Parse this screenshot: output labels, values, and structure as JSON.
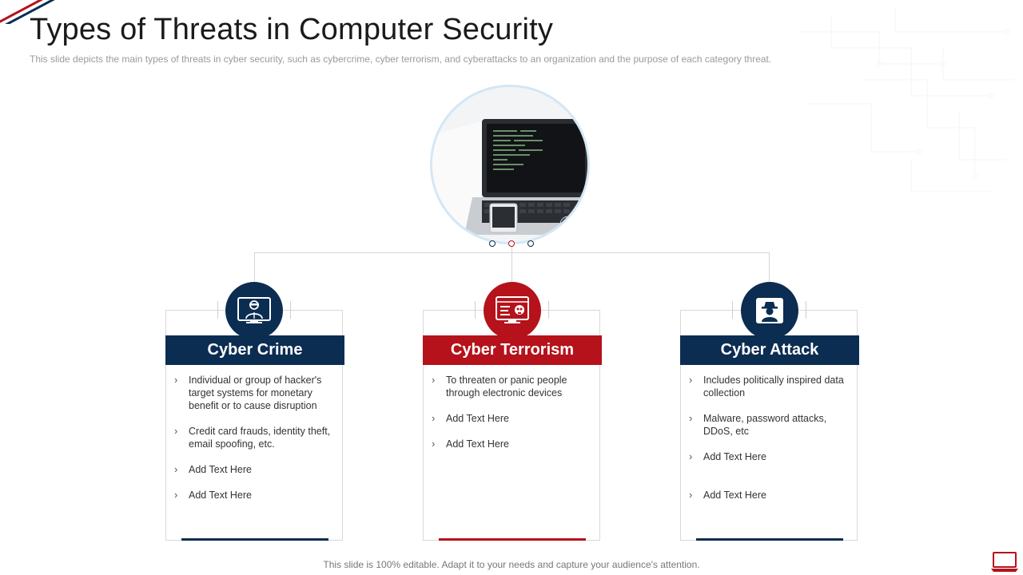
{
  "slide": {
    "title": "Types of Threats in Computer Security",
    "subtitle": "This slide depicts the main types of threats in cyber security, such as cybercrime, cyber terrorism, and cyberattacks to an organization and the purpose of each category threat.",
    "footer": "This slide is 100% editable. Adapt it to your needs and capture your audience's attention."
  },
  "colors": {
    "navy": "#0c2d52",
    "red": "#b5121b",
    "connector": "#d6d6d6"
  },
  "cards": [
    {
      "icon": "hacker-monitor-icon",
      "title": "Cyber Crime",
      "color": "#0c2d52",
      "bullet_icon": "chevron-right-icon",
      "items": [
        "Individual  or group of hacker's target systems for monetary benefit or to cause disruption",
        "Credit card frauds, identity theft, email spoofing, etc.",
        "Add Text Here",
        "Add Text Here"
      ]
    },
    {
      "icon": "skull-monitor-icon",
      "title": "Cyber Terrorism",
      "color": "#b5121b",
      "bullet_icon": "chevron-right-icon",
      "items": [
        "To threaten or panic people through electronic devices",
        "Add Text Here",
        "Add Text Here"
      ]
    },
    {
      "icon": "spy-icon",
      "title": "Cyber Attack",
      "color": "#0c2d52",
      "bullet_icon": "chevron-right-icon",
      "items": [
        "Includes politically inspired data collection",
        "Malware, password attacks, DDoS, etc",
        "Add Text Here",
        "Add Text Here"
      ]
    }
  ],
  "hero_image": "laptop-phone-photo",
  "corner_icon": "laptop-icon"
}
